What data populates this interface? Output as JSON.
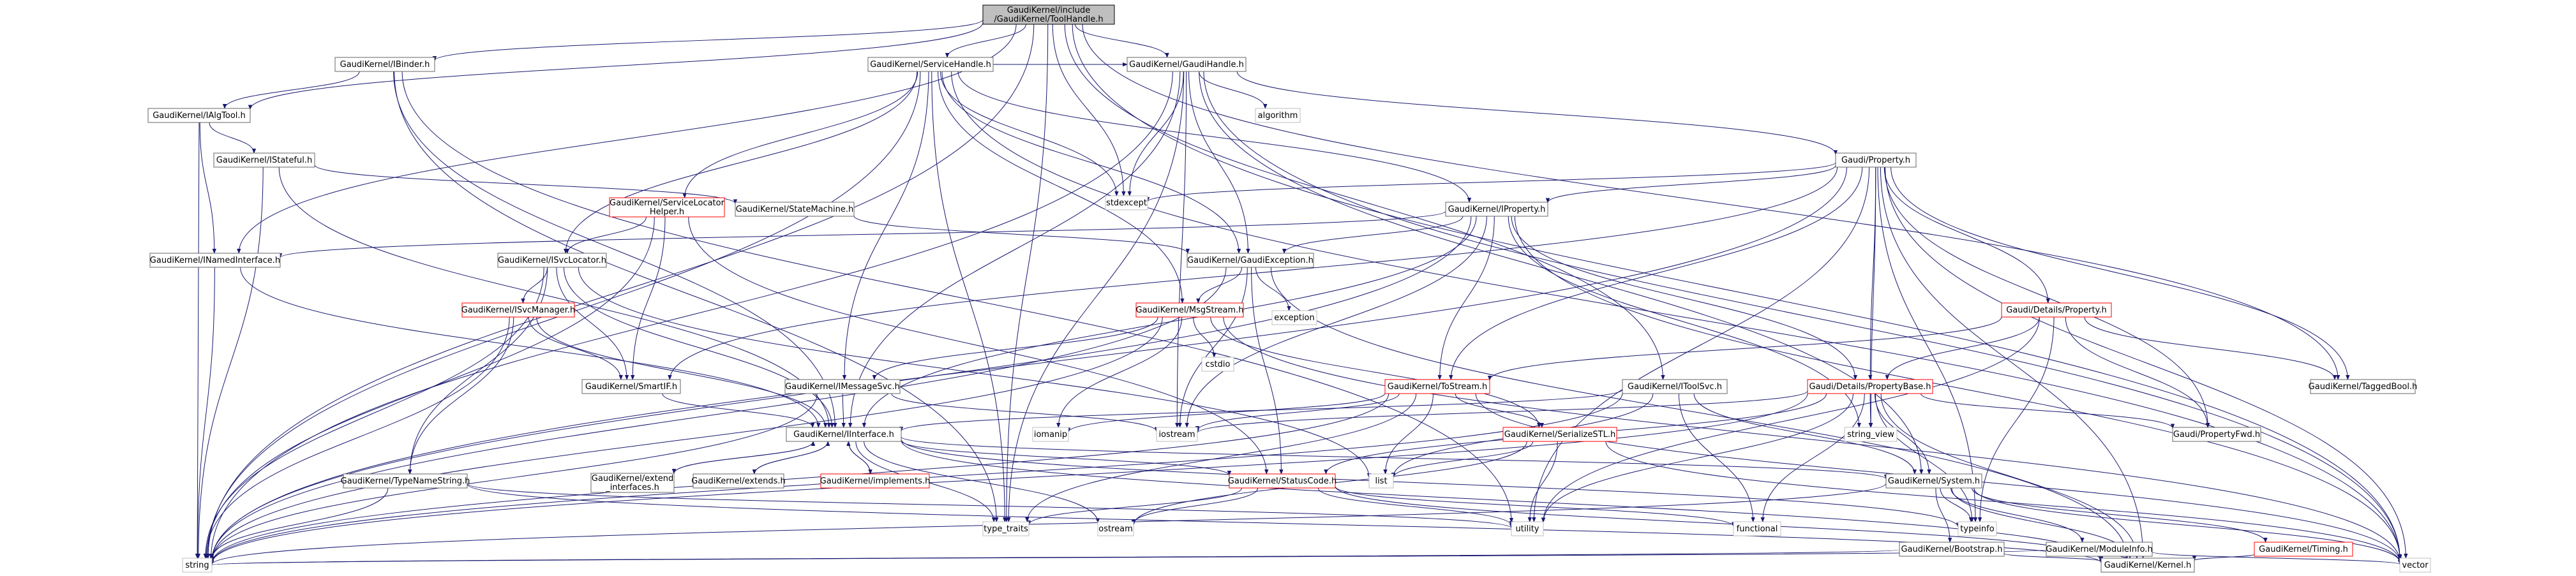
{
  "diagram": {
    "type": "include-dependency-graph",
    "root": "GaudiKernel/include/GaudiKernel/ToolHandle.h",
    "colors": {
      "edge": "#191970",
      "root_fill": "#bfbfbf",
      "documented_border": "#666666",
      "system_border": "#bfbfbf",
      "incomplete_border": "#ff0000",
      "background": "#ffffff"
    },
    "nodes": [
      {
        "id": "root",
        "lines": [
          "GaudiKernel/include",
          "/GaudiKernel/ToolHandle.h"
        ],
        "kind": "root"
      },
      {
        "id": "IBinder",
        "lines": [
          "GaudiKernel/IBinder.h"
        ],
        "kind": "link"
      },
      {
        "id": "ServiceHandle",
        "lines": [
          "GaudiKernel/ServiceHandle.h"
        ],
        "kind": "link"
      },
      {
        "id": "IAlgTool",
        "lines": [
          "GaudiKernel/IAlgTool.h"
        ],
        "kind": "link"
      },
      {
        "id": "IStateful",
        "lines": [
          "GaudiKernel/IStateful.h"
        ],
        "kind": "link"
      },
      {
        "id": "GaudiHandle",
        "lines": [
          "GaudiKernel/GaudiHandle.h"
        ],
        "kind": "link"
      },
      {
        "id": "algorithm",
        "lines": [
          "algorithm"
        ],
        "kind": "sys"
      },
      {
        "id": "GaudiProperty",
        "lines": [
          "Gaudi/Property.h"
        ],
        "kind": "link"
      },
      {
        "id": "stdexcept",
        "lines": [
          "stdexcept"
        ],
        "kind": "sys"
      },
      {
        "id": "SvcLocHelper",
        "lines": [
          "GaudiKernel/ServiceLocator",
          "Helper.h"
        ],
        "kind": "red"
      },
      {
        "id": "StateMachine",
        "lines": [
          "GaudiKernel/StateMachine.h"
        ],
        "kind": "link"
      },
      {
        "id": "IProperty",
        "lines": [
          "GaudiKernel/IProperty.h"
        ],
        "kind": "link"
      },
      {
        "id": "INamedInterface",
        "lines": [
          "GaudiKernel/INamedInterface.h"
        ],
        "kind": "link"
      },
      {
        "id": "ISvcLocator",
        "lines": [
          "GaudiKernel/ISvcLocator.h"
        ],
        "kind": "link"
      },
      {
        "id": "GaudiException",
        "lines": [
          "GaudiKernel/GaudiException.h"
        ],
        "kind": "link"
      },
      {
        "id": "exception",
        "lines": [
          "exception"
        ],
        "kind": "sys"
      },
      {
        "id": "ISvcManager",
        "lines": [
          "GaudiKernel/ISvcManager.h"
        ],
        "kind": "red"
      },
      {
        "id": "MsgStream",
        "lines": [
          "GaudiKernel/MsgStream.h"
        ],
        "kind": "red"
      },
      {
        "id": "cstdio",
        "lines": [
          "cstdio"
        ],
        "kind": "sys"
      },
      {
        "id": "DetailsProperty",
        "lines": [
          "Gaudi/Details/Property.h"
        ],
        "kind": "red"
      },
      {
        "id": "SmartIF",
        "lines": [
          "GaudiKernel/SmartIF.h"
        ],
        "kind": "link"
      },
      {
        "id": "IMessageSvc",
        "lines": [
          "GaudiKernel/IMessageSvc.h"
        ],
        "kind": "link"
      },
      {
        "id": "IToolSvc",
        "lines": [
          "GaudiKernel/IToolSvc.h"
        ],
        "kind": "link"
      },
      {
        "id": "ToStream",
        "lines": [
          "GaudiKernel/ToStream.h"
        ],
        "kind": "red"
      },
      {
        "id": "PropertyBase",
        "lines": [
          "Gaudi/Details/PropertyBase.h"
        ],
        "kind": "red"
      },
      {
        "id": "TaggedBool",
        "lines": [
          "GaudiKernel/TaggedBool.h"
        ],
        "kind": "link"
      },
      {
        "id": "iomanip",
        "lines": [
          "iomanip"
        ],
        "kind": "sys"
      },
      {
        "id": "iostream",
        "lines": [
          "iostream"
        ],
        "kind": "sys"
      },
      {
        "id": "string_view",
        "lines": [
          "string_view"
        ],
        "kind": "sys"
      },
      {
        "id": "PropertyFwd",
        "lines": [
          "Gaudi/PropertyFwd.h"
        ],
        "kind": "link"
      },
      {
        "id": "IInterface",
        "lines": [
          "GaudiKernel/IInterface.h"
        ],
        "kind": "link"
      },
      {
        "id": "SerializeSTL",
        "lines": [
          "GaudiKernel/SerializeSTL.h"
        ],
        "kind": "red"
      },
      {
        "id": "TypeNameString",
        "lines": [
          "GaudiKernel/TypeNameString.h"
        ],
        "kind": "link"
      },
      {
        "id": "extend_interfaces",
        "lines": [
          "GaudiKernel/extend",
          "_interfaces.h"
        ],
        "kind": "link"
      },
      {
        "id": "extends",
        "lines": [
          "GaudiKernel/extends.h"
        ],
        "kind": "link"
      },
      {
        "id": "implements",
        "lines": [
          "GaudiKernel/implements.h"
        ],
        "kind": "red"
      },
      {
        "id": "StatusCode",
        "lines": [
          "GaudiKernel/StatusCode.h"
        ],
        "kind": "red"
      },
      {
        "id": "list",
        "lines": [
          "list"
        ],
        "kind": "sys"
      },
      {
        "id": "System",
        "lines": [
          "GaudiKernel/System.h"
        ],
        "kind": "link"
      },
      {
        "id": "ostream",
        "lines": [
          "ostream"
        ],
        "kind": "sys"
      },
      {
        "id": "type_traits",
        "lines": [
          "type_traits"
        ],
        "kind": "sys"
      },
      {
        "id": "utility",
        "lines": [
          "utility"
        ],
        "kind": "sys"
      },
      {
        "id": "functional",
        "lines": [
          "functional"
        ],
        "kind": "sys"
      },
      {
        "id": "typeinfo",
        "lines": [
          "typeinfo"
        ],
        "kind": "sys"
      },
      {
        "id": "Bootstrap",
        "lines": [
          "GaudiKernel/Bootstrap.h"
        ],
        "kind": "link"
      },
      {
        "id": "ModuleInfo",
        "lines": [
          "GaudiKernel/ModuleInfo.h"
        ],
        "kind": "link"
      },
      {
        "id": "Timing",
        "lines": [
          "GaudiKernel/Timing.h"
        ],
        "kind": "red"
      },
      {
        "id": "string",
        "lines": [
          "string"
        ],
        "kind": "sys"
      },
      {
        "id": "Kernel",
        "lines": [
          "GaudiKernel/Kernel.h"
        ],
        "kind": "link"
      },
      {
        "id": "vector",
        "lines": [
          "vector"
        ],
        "kind": "sys"
      }
    ],
    "edges": [
      [
        "root",
        "IBinder"
      ],
      [
        "root",
        "ServiceHandle"
      ],
      [
        "root",
        "IAlgTool"
      ],
      [
        "root",
        "GaudiHandle"
      ],
      [
        "root",
        "INamedInterface"
      ],
      [
        "root",
        "IToolSvc"
      ],
      [
        "root",
        "TaggedBool"
      ],
      [
        "root",
        "stdexcept"
      ],
      [
        "root",
        "string"
      ],
      [
        "root",
        "type_traits"
      ],
      [
        "root",
        "vector"
      ],
      [
        "IBinder",
        "IAlgTool"
      ],
      [
        "IBinder",
        "IInterface"
      ],
      [
        "IBinder",
        "utility"
      ],
      [
        "IBinder",
        "type_traits"
      ],
      [
        "ServiceHandle",
        "GaudiHandle"
      ],
      [
        "ServiceHandle",
        "IMessageSvc"
      ],
      [
        "ServiceHandle",
        "ISvcLocator"
      ],
      [
        "ServiceHandle",
        "SvcLocHelper"
      ],
      [
        "ServiceHandle",
        "MsgStream"
      ],
      [
        "ServiceHandle",
        "IProperty"
      ],
      [
        "ServiceHandle",
        "GaudiException"
      ],
      [
        "ServiceHandle",
        "stdexcept"
      ],
      [
        "ServiceHandle",
        "type_traits"
      ],
      [
        "ServiceHandle",
        "string"
      ],
      [
        "ServiceHandle",
        "vector"
      ],
      [
        "IAlgTool",
        "IStateful"
      ],
      [
        "IAlgTool",
        "INamedInterface"
      ],
      [
        "IAlgTool",
        "string"
      ],
      [
        "IStateful",
        "IInterface"
      ],
      [
        "IStateful",
        "StateMachine"
      ],
      [
        "IStateful",
        "string"
      ],
      [
        "GaudiHandle",
        "GaudiProperty"
      ],
      [
        "GaudiHandle",
        "GaudiException"
      ],
      [
        "GaudiHandle",
        "IInterface"
      ],
      [
        "GaudiHandle",
        "System"
      ],
      [
        "GaudiHandle",
        "algorithm"
      ],
      [
        "GaudiHandle",
        "iostream"
      ],
      [
        "GaudiHandle",
        "string"
      ],
      [
        "GaudiHandle",
        "type_traits"
      ],
      [
        "GaudiHandle",
        "vector"
      ],
      [
        "GaudiHandle",
        "stdexcept"
      ],
      [
        "GaudiProperty",
        "DetailsProperty"
      ],
      [
        "GaudiProperty",
        "PropertyBase"
      ],
      [
        "GaudiProperty",
        "PropertyFwd"
      ],
      [
        "GaudiProperty",
        "IProperty"
      ],
      [
        "GaudiProperty",
        "SmartIF"
      ],
      [
        "GaudiProperty",
        "TaggedBool"
      ],
      [
        "GaudiProperty",
        "ToStream"
      ],
      [
        "GaudiProperty",
        "stdexcept"
      ],
      [
        "GaudiProperty",
        "string"
      ],
      [
        "GaudiProperty",
        "string_view"
      ],
      [
        "GaudiProperty",
        "typeinfo"
      ],
      [
        "GaudiProperty",
        "utility"
      ],
      [
        "GaudiProperty",
        "Kernel"
      ],
      [
        "GaudiProperty",
        "vector"
      ],
      [
        "SvcLocHelper",
        "ISvcLocator"
      ],
      [
        "SvcLocHelper",
        "SmartIF"
      ],
      [
        "SvcLocHelper",
        "StatusCode"
      ],
      [
        "SvcLocHelper",
        "string"
      ],
      [
        "StateMachine",
        "GaudiException"
      ],
      [
        "IProperty",
        "PropertyBase"
      ],
      [
        "IProperty",
        "IInterface"
      ],
      [
        "IProperty",
        "ToStream"
      ],
      [
        "IProperty",
        "GaudiException"
      ],
      [
        "IProperty",
        "INamedInterface"
      ],
      [
        "IProperty",
        "iostream"
      ],
      [
        "IProperty",
        "string"
      ],
      [
        "IProperty",
        "string_view"
      ],
      [
        "IProperty",
        "vector"
      ],
      [
        "INamedInterface",
        "IInterface"
      ],
      [
        "INamedInterface",
        "string"
      ],
      [
        "ISvcLocator",
        "ISvcManager"
      ],
      [
        "ISvcLocator",
        "SmartIF"
      ],
      [
        "ISvcLocator",
        "TypeNameString"
      ],
      [
        "ISvcLocator",
        "IInterface"
      ],
      [
        "ISvcLocator",
        "list"
      ],
      [
        "ISvcLocator",
        "string"
      ],
      [
        "GaudiException",
        "MsgStream"
      ],
      [
        "GaudiException",
        "StatusCode"
      ],
      [
        "GaudiException",
        "exception"
      ],
      [
        "GaudiException",
        "iostream"
      ],
      [
        "GaudiException",
        "string"
      ],
      [
        "GaudiException",
        "Kernel"
      ],
      [
        "ISvcManager",
        "SmartIF"
      ],
      [
        "ISvcManager",
        "IInterface"
      ],
      [
        "ISvcManager",
        "TypeNameString"
      ],
      [
        "ISvcManager",
        "string"
      ],
      [
        "MsgStream",
        "IMessageSvc"
      ],
      [
        "MsgStream",
        "SerializeSTL"
      ],
      [
        "MsgStream",
        "cstdio"
      ],
      [
        "MsgStream",
        "iomanip"
      ],
      [
        "MsgStream",
        "string"
      ],
      [
        "MsgStream",
        "vector"
      ],
      [
        "DetailsProperty",
        "PropertyBase"
      ],
      [
        "DetailsProperty",
        "PropertyFwd"
      ],
      [
        "DetailsProperty",
        "TaggedBool"
      ],
      [
        "DetailsProperty",
        "ToStream"
      ],
      [
        "DetailsProperty",
        "utility"
      ],
      [
        "DetailsProperty",
        "typeinfo"
      ],
      [
        "SmartIF",
        "IInterface"
      ],
      [
        "IMessageSvc",
        "IInterface"
      ],
      [
        "IMessageSvc",
        "iostream"
      ],
      [
        "IMessageSvc",
        "string"
      ],
      [
        "IToolSvc",
        "IInterface"
      ],
      [
        "IToolSvc",
        "System"
      ],
      [
        "IToolSvc",
        "functional"
      ],
      [
        "IToolSvc",
        "list"
      ],
      [
        "IToolSvc",
        "string"
      ],
      [
        "ToStream",
        "SerializeSTL"
      ],
      [
        "ToStream",
        "iomanip"
      ],
      [
        "ToStream",
        "iostream"
      ],
      [
        "ToStream",
        "list"
      ],
      [
        "ToStream",
        "string"
      ],
      [
        "ToStream",
        "type_traits"
      ],
      [
        "ToStream",
        "vector"
      ],
      [
        "PropertyBase",
        "PropertyFwd"
      ],
      [
        "PropertyBase",
        "StatusCode"
      ],
      [
        "PropertyBase",
        "System"
      ],
      [
        "PropertyBase",
        "string"
      ],
      [
        "PropertyBase",
        "string_view"
      ],
      [
        "PropertyBase",
        "typeinfo"
      ],
      [
        "PropertyBase",
        "functional"
      ],
      [
        "PropertyBase",
        "iostream"
      ],
      [
        "PropertyBase",
        "utility"
      ],
      [
        "PropertyBase",
        "Kernel"
      ],
      [
        "IInterface",
        "extend_interfaces"
      ],
      [
        "IInterface",
        "extends"
      ],
      [
        "IInterface",
        "implements"
      ],
      [
        "IInterface",
        "StatusCode"
      ],
      [
        "IInterface",
        "System"
      ],
      [
        "IInterface",
        "ostream"
      ],
      [
        "IInterface",
        "type_traits"
      ],
      [
        "IInterface",
        "typeinfo"
      ],
      [
        "IInterface",
        "Kernel"
      ],
      [
        "extend_interfaces",
        "IInterface"
      ],
      [
        "extends",
        "IInterface"
      ],
      [
        "implements",
        "IInterface"
      ],
      [
        "SerializeSTL",
        "list"
      ],
      [
        "SerializeSTL",
        "ostream"
      ],
      [
        "SerializeSTL",
        "utility"
      ],
      [
        "SerializeSTL",
        "vector"
      ],
      [
        "TypeNameString",
        "Kernel"
      ],
      [
        "TypeNameString",
        "string"
      ],
      [
        "TypeNameString",
        "utility"
      ],
      [
        "StatusCode",
        "ostream"
      ],
      [
        "StatusCode",
        "type_traits"
      ],
      [
        "StatusCode",
        "utility"
      ],
      [
        "StatusCode",
        "functional"
      ],
      [
        "StatusCode",
        "Kernel"
      ],
      [
        "System",
        "Bootstrap"
      ],
      [
        "System",
        "ModuleInfo"
      ],
      [
        "System",
        "Timing"
      ],
      [
        "System",
        "Kernel"
      ],
      [
        "System",
        "string"
      ],
      [
        "System",
        "typeinfo"
      ],
      [
        "System",
        "vector"
      ],
      [
        "Bootstrap",
        "Kernel"
      ],
      [
        "Bootstrap",
        "string"
      ],
      [
        "ModuleInfo",
        "Kernel"
      ],
      [
        "ModuleInfo",
        "string"
      ],
      [
        "ModuleInfo",
        "vector"
      ],
      [
        "Timing",
        "Kernel"
      ]
    ]
  }
}
